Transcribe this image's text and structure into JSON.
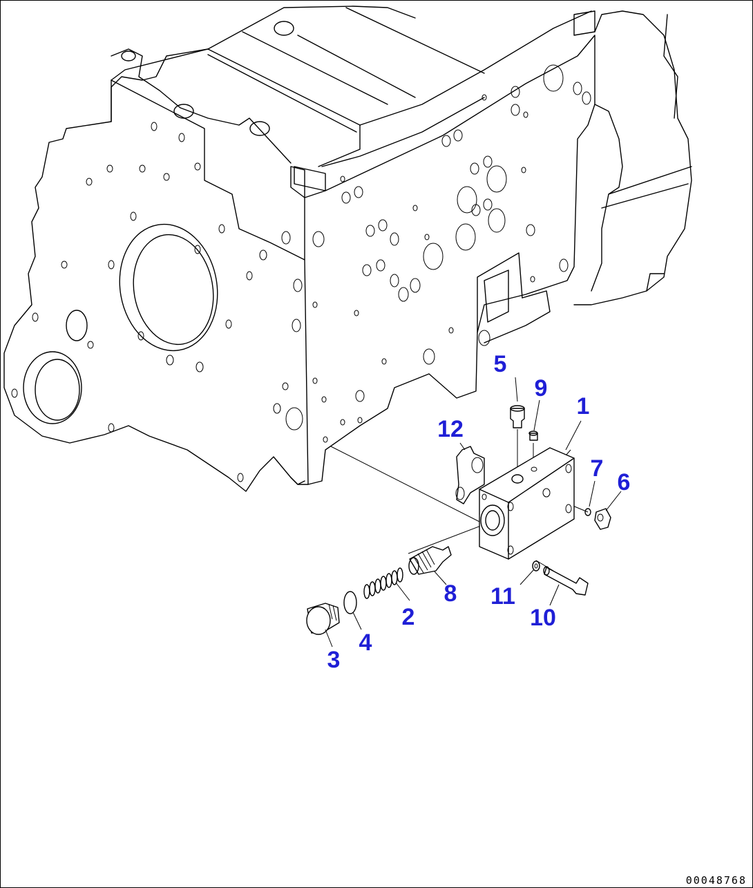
{
  "diagram": {
    "callouts": [
      {
        "id": "c1",
        "text": "1"
      },
      {
        "id": "c2",
        "text": "2"
      },
      {
        "id": "c3",
        "text": "3"
      },
      {
        "id": "c4",
        "text": "4"
      },
      {
        "id": "c5",
        "text": "5"
      },
      {
        "id": "c6",
        "text": "6"
      },
      {
        "id": "c7",
        "text": "7"
      },
      {
        "id": "c8",
        "text": "8"
      },
      {
        "id": "c9",
        "text": "9"
      },
      {
        "id": "c10",
        "text": "10"
      },
      {
        "id": "c11",
        "text": "11"
      },
      {
        "id": "c12",
        "text": "12"
      }
    ],
    "callout_color": "#1f1fd6",
    "drawing_number": "00048768"
  }
}
